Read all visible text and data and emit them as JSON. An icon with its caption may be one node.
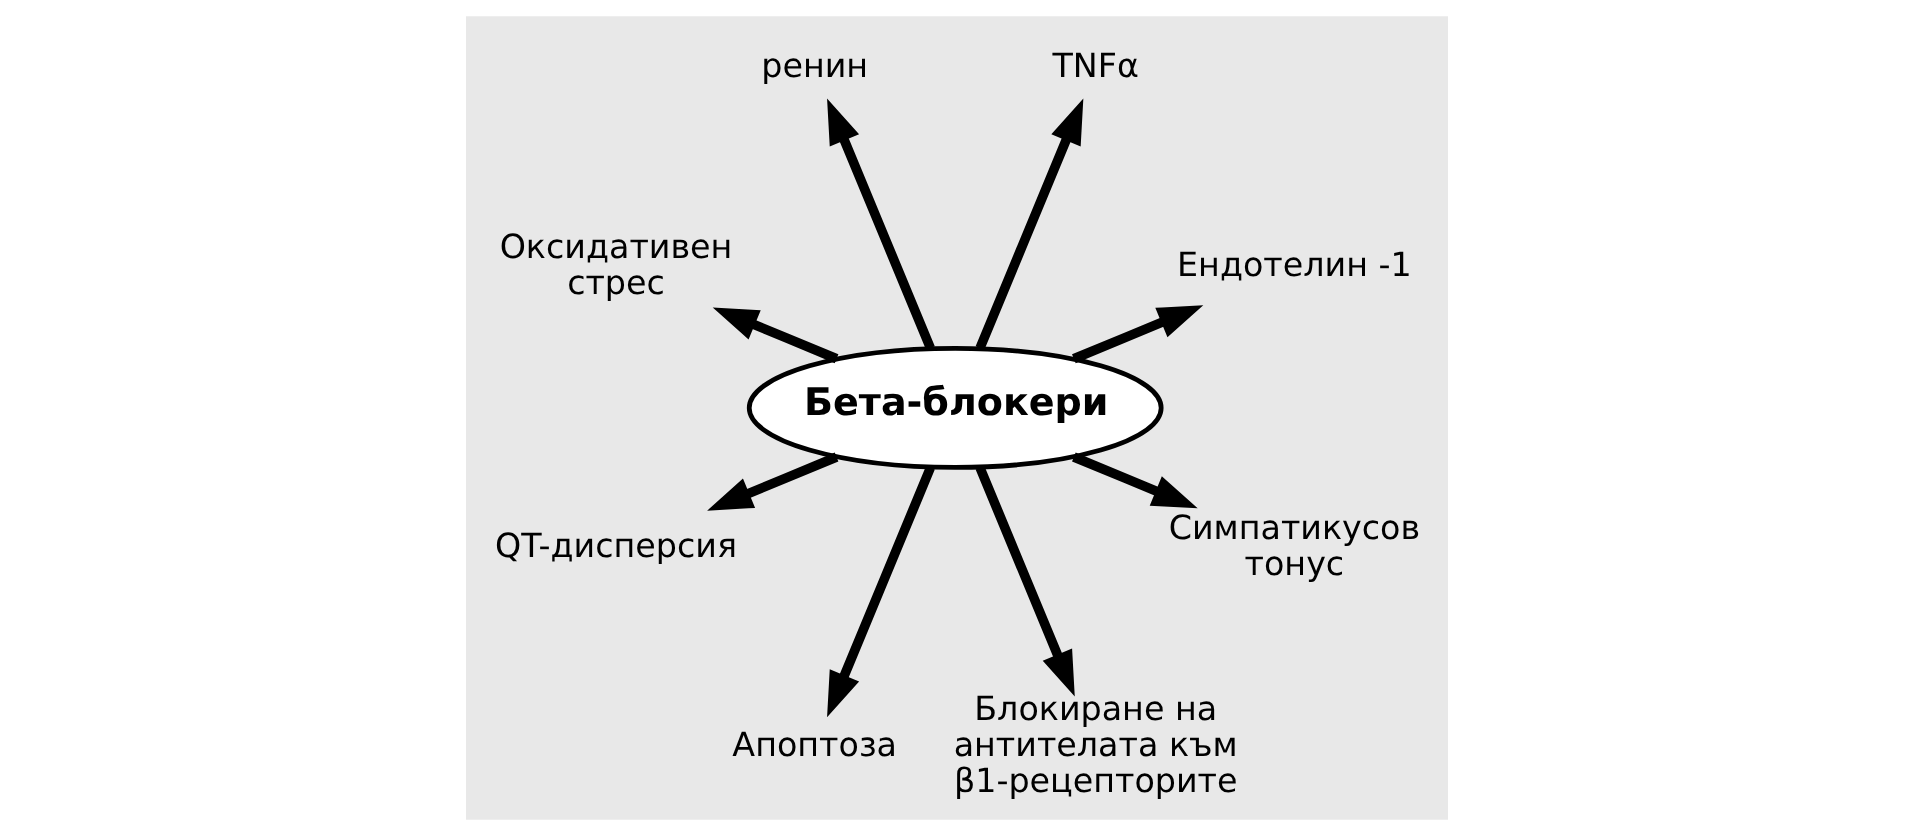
{
  "diagram": {
    "nodes": [
      {
        "text": [
          "Ендотелин -1"
        ]
      },
      {
        "text": [
          "TNFα"
        ]
      },
      {
        "text": [
          "ренин"
        ]
      },
      {
        "text": [
          "Оксидативен стрес"
        ]
      },
      {
        "text": [
          "Бета-блокери"
        ]
      },
      {
        "text": [
          "QT-дисперсия"
        ]
      },
      {
        "text": [
          "Апоптоза"
        ]
      },
      {
        "text": [
          "Блокиране на антителата към β1-рецепторите"
        ]
      },
      {
        "text": [
          "Симпатикусов тонус"
        ]
      }
    ],
    "edges": [
      {
        "from": 4,
        "to": 0,
        "arrow": "to"
      },
      {
        "from": 4,
        "to": 2,
        "arrow": "to"
      },
      {
        "from": 4,
        "to": 5,
        "arrow": "to"
      },
      {
        "from": 4,
        "to": 7,
        "arrow": "to"
      },
      {
        "from": 4,
        "to": 8,
        "arrow": "to"
      },
      {
        "from": 4,
        "to": 6,
        "arrow": "to"
      },
      {
        "from": 4,
        "to": 3,
        "arrow": "to"
      },
      {
        "from": 4,
        "to": 1,
        "arrow": "to"
      }
    ]
  }
}
